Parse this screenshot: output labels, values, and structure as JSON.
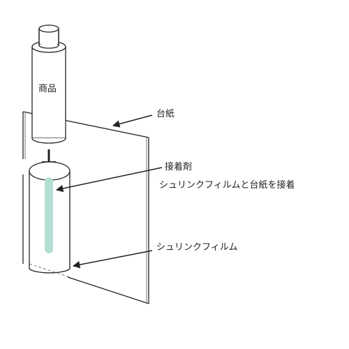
{
  "labels": {
    "product": "商品",
    "backing_card": "台紙",
    "adhesive": "接着剤",
    "adhesive_note": "シュリンクフィルムと台紙を接着",
    "shrink_film": "シュリンクフィルム"
  },
  "colors": {
    "line": "#222222",
    "adhesive_strip": "#b3ded3",
    "background": "#ffffff"
  }
}
